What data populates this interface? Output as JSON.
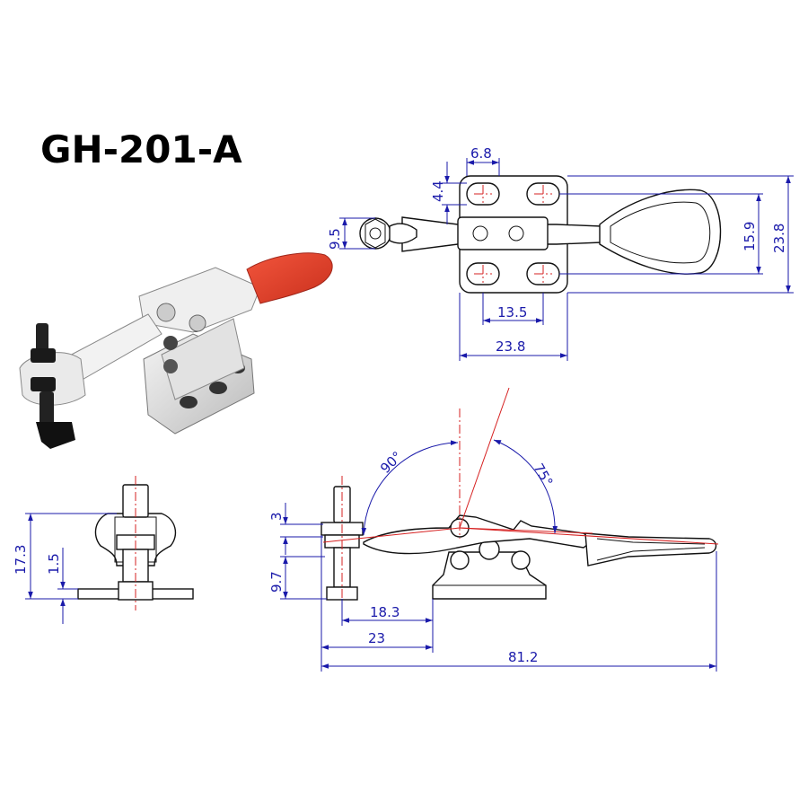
{
  "title": "GH-201-A",
  "colors": {
    "dimension": "#1a1aaa",
    "centerline": "#d62020",
    "handle_grip": "#e8432e",
    "outline": "#111111"
  },
  "top_view": {
    "hole_width": "6.8",
    "hole_height": "4.4",
    "bolt_head": "9.5",
    "hole_spacing_x": "13.5",
    "base_width": "23.8",
    "hole_spacing_y": "15.9",
    "base_length": "23.8"
  },
  "side_view": {
    "open_angle": "90°",
    "handle_angle": "75°",
    "arm_offset": "3",
    "pivot_height": "9.7",
    "to_pivot": "18.3",
    "to_base_edge": "23",
    "overall_length": "81.2"
  },
  "front_view": {
    "total_height": "17.3",
    "base_thickness": "1.5"
  }
}
